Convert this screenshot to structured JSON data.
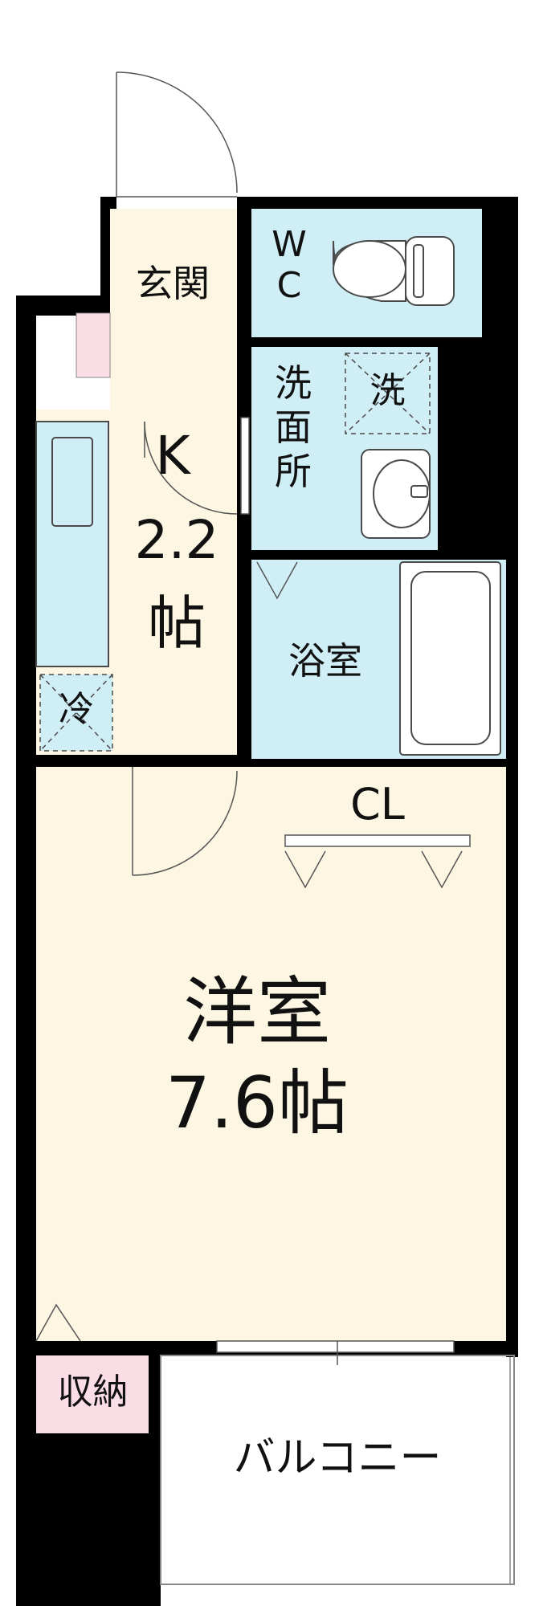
{
  "colors": {
    "wall": "#000000",
    "wet_area": "#cfeef6",
    "living_floor": "#fdf6e3",
    "closet": "#fbdde6",
    "balcony": "#ffffff",
    "fixture_line": "#4a4a4a"
  },
  "rooms": {
    "entrance": "玄関",
    "wc": "W\nC",
    "washroom": "洗\n面\n所",
    "washer": "洗",
    "kitchen_k": "K",
    "kitchen_size": "2.2",
    "kitchen_unit": "帖",
    "fridge": "冷",
    "bath": "浴室",
    "closet": "CL",
    "western_room": "洋室",
    "western_size": "7.6帖",
    "storage": "収納",
    "balcony": "バルコニー"
  },
  "icons": [
    "toilet-icon",
    "washbasin-icon",
    "bathtub-icon",
    "kitchen-sink-icon",
    "washer-space-icon",
    "fridge-space-icon",
    "door-swing-icon"
  ]
}
